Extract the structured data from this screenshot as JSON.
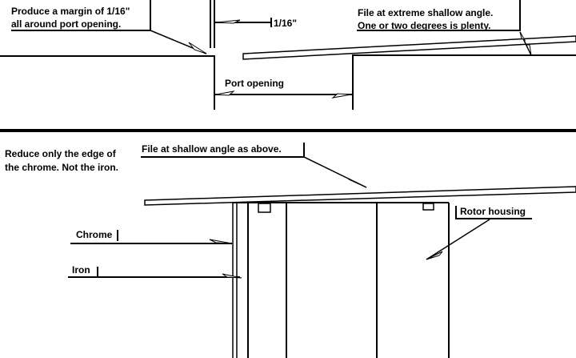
{
  "top": {
    "margin_note": [
      "Produce a margin of 1/16\"",
      "all around port opening."
    ],
    "dimension_label": "1/16\"",
    "port_label": "Port opening",
    "angle_note": [
      "File at extreme shallow angle.",
      "One or two degrees is plenty."
    ]
  },
  "bottom": {
    "reduce_note": [
      "Reduce only the edge of",
      "the chrome. Not the iron."
    ],
    "file_note": "File at shallow angle as above.",
    "rotor_label": "Rotor housing",
    "chrome_label": "Chrome",
    "iron_label": "Iron"
  }
}
